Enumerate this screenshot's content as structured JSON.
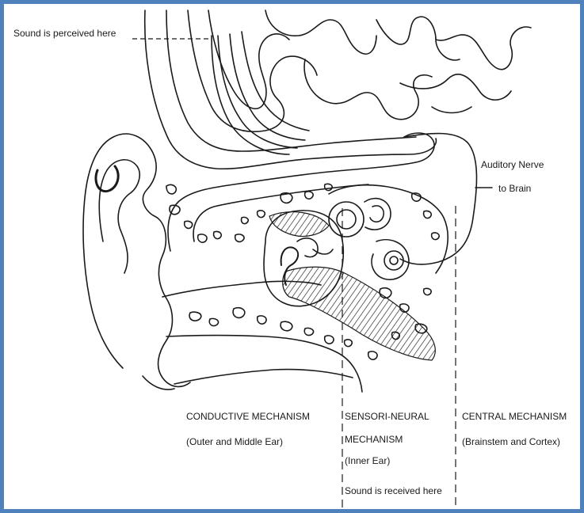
{
  "labels": {
    "perceived": "Sound is perceived here",
    "auditory_nerve_line1": "Auditory Nerve",
    "auditory_nerve_line2": "to Brain",
    "conductive_title": "CONDUCTIVE MECHANISM",
    "conductive_sub": "(Outer and Middle Ear)",
    "sensori_title_line1": "SENSORI-NEURAL",
    "sensori_title_line2": "MECHANISM",
    "sensori_sub": "(Inner Ear)",
    "central_title": "CENTRAL MECHANISM",
    "central_sub": "(Brainstem and Cortex)",
    "received": "Sound is received here"
  },
  "colors": {
    "frame": "#4f81bd",
    "ink": "#1a1a1a"
  }
}
